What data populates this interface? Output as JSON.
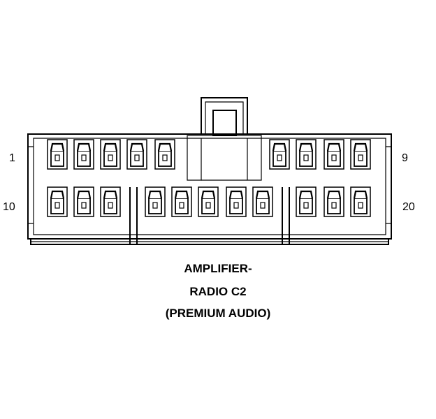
{
  "connector": {
    "pin_labels": {
      "top_left": "1",
      "top_right": "9",
      "bottom_left": "10",
      "bottom_right": "20"
    },
    "caption": {
      "line1": "AMPLIFIER-",
      "line2": "RADIO C2",
      "line3": "(PREMIUM AUDIO)"
    },
    "top_row_terminals": 9,
    "bottom_row_terminals": 11
  }
}
